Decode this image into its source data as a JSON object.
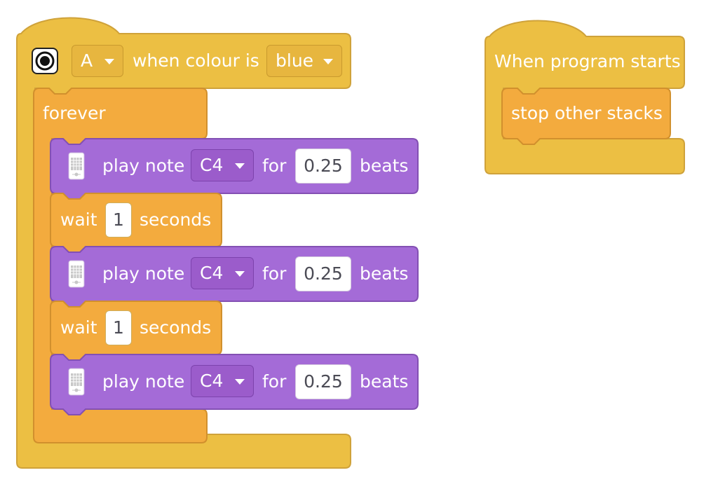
{
  "colors": {
    "event_yellow": "#ecbf43",
    "control_orange": "#f3ab3e",
    "sound_purple": "#a46bd7",
    "dropdown_yellow": "#e7b63f",
    "dropdown_purple": "#9b5ccb"
  },
  "stack_left": {
    "hat": {
      "icon": "color-sensor-icon",
      "port": "A",
      "label_when": "when colour is",
      "colour": "blue"
    },
    "forever_label": "forever",
    "blocks": [
      {
        "type": "play-note",
        "icon": "hub-speaker-icon",
        "label": "play note",
        "note": "C4",
        "for_label": "for",
        "beats": "0.25",
        "beats_label": "beats"
      },
      {
        "type": "wait",
        "label": "wait",
        "value": "1",
        "unit": "seconds"
      },
      {
        "type": "play-note",
        "icon": "hub-speaker-icon",
        "label": "play note",
        "note": "C4",
        "for_label": "for",
        "beats": "0.25",
        "beats_label": "beats"
      },
      {
        "type": "wait",
        "label": "wait",
        "value": "1",
        "unit": "seconds"
      },
      {
        "type": "play-note",
        "icon": "hub-speaker-icon",
        "label": "play note",
        "note": "C4",
        "for_label": "for",
        "beats": "0.25",
        "beats_label": "beats"
      }
    ]
  },
  "stack_right": {
    "hat_label": "When program starts",
    "block_label": "stop other stacks"
  }
}
